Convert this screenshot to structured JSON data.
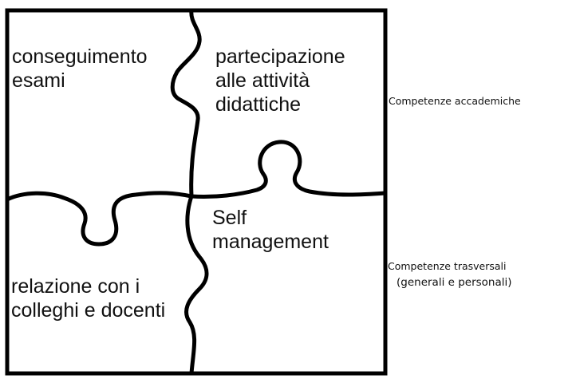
{
  "pieces": {
    "top_left": {
      "lines": [
        "conseguimento",
        "esami"
      ]
    },
    "top_right": {
      "lines": [
        "partecipazione",
        "alle attività",
        "didattiche"
      ]
    },
    "bottom_right": {
      "lines": [
        "Self",
        "management"
      ]
    },
    "bottom_left": {
      "lines": [
        "relazione con i",
        "colleghi e docenti"
      ]
    }
  },
  "side_labels": {
    "academic": "Competenze accademiche",
    "transversal_line1": "Competenze trasversali",
    "transversal_line2": "(generali e personali)"
  },
  "colors": {
    "outline": "#000000",
    "background": "#ffffff"
  }
}
